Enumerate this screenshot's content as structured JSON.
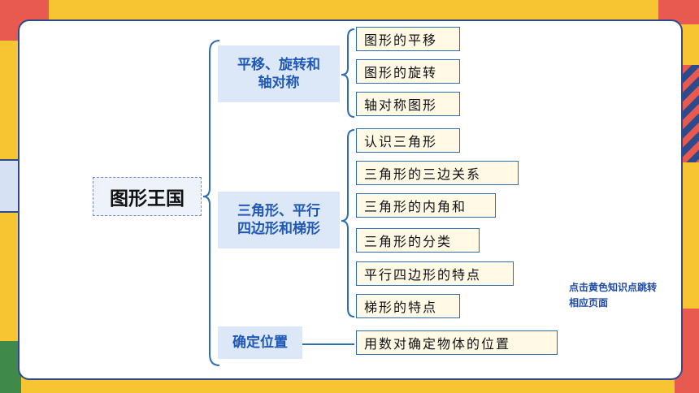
{
  "root_label": "图形王国",
  "categories": [
    {
      "label_line1": "平移、旋转和",
      "label_line2": "轴对称"
    },
    {
      "label_line1": "三角形、平行",
      "label_line2": "四边形和梯形"
    },
    {
      "label_line1": "确定位置",
      "label_line2": ""
    }
  ],
  "leaves": [
    "图形的平移",
    "图形的旋转",
    "轴对称图形",
    "认识三角形",
    "三角形的三边关系",
    "三角形的内角和",
    "三角形的分类",
    "平行四边形的特点",
    "梯形的特点",
    "用数对确定物体的位置"
  ],
  "hint": "点击黄色知识点跳转相应页面",
  "colors": {
    "accent": "#2058b8",
    "leaf_border": "#2f6db3",
    "leaf_fill": "#fff9e6",
    "category_fill": "#dce8f7",
    "background": "#f6c531"
  }
}
